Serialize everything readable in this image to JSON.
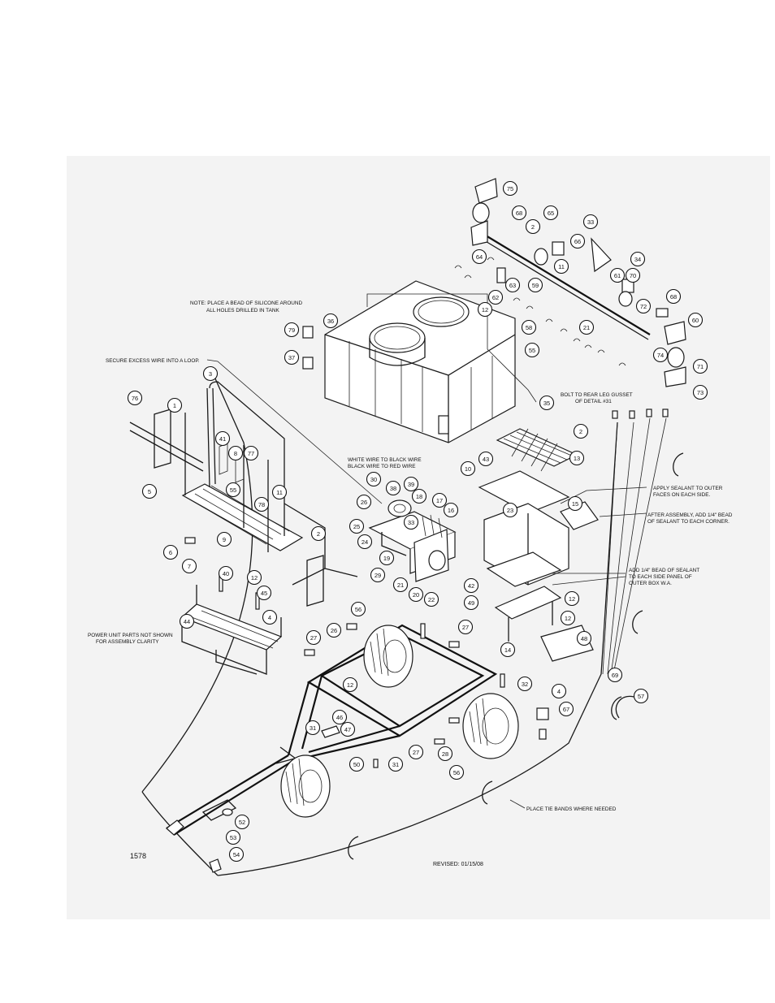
{
  "drawing_number": "1578",
  "revised": "REVISED:  01/15/08",
  "notes": {
    "silicone_line1": "NOTE: PLACE A BEAD OF SILICONE AROUND",
    "silicone_line2": "ALL HOLES DRILLED IN TANK",
    "secure_wire": "SECURE EXCESS WIRE INTO A LOOP.",
    "wire_line1": "WHITE WIRE TO BLACK WIRE",
    "wire_line2": "BLACK WIRE TO RED WIRE",
    "bolt_line1": "BOLT TO REAR LEG GUSSET",
    "bolt_line2": "OF DETAIL #31",
    "sealant_outer_line1": "APPLY SEALANT TO OUTER",
    "sealant_outer_line2": "FACES ON EACH SIDE.",
    "after_assembly_line1": "AFTER ASSEMBLY, ADD 1/4\" BEAD",
    "after_assembly_line2": "OF SEALANT TO EACH CORNER.",
    "side_panel_line1": "ADD 1/4\" BEAD OF SEALANT",
    "side_panel_line2": "TO EACH SIDE PANEL OF",
    "side_panel_line3": "OUTER BOX W.A.",
    "power_unit_line1": "POWER UNIT PARTS NOT SHOWN",
    "power_unit_line2": "FOR ASSEMBLY CLARITY",
    "tie_bands": "PLACE TIE BANDS WHERE NEEDED"
  },
  "callouts": [
    "75",
    "68",
    "2",
    "65",
    "33",
    "64",
    "66",
    "11",
    "34",
    "63",
    "59",
    "61",
    "70",
    "62",
    "72",
    "12",
    "58",
    "21",
    "68",
    "60",
    "55",
    "74",
    "71",
    "73",
    "79",
    "36",
    "37",
    "35",
    "3",
    "76",
    "1",
    "41",
    "8",
    "77",
    "55",
    "11",
    "78",
    "5",
    "9",
    "2",
    "6",
    "7",
    "12",
    "29",
    "30",
    "38",
    "39",
    "18",
    "17",
    "16",
    "26",
    "33",
    "25",
    "24",
    "19",
    "21",
    "20",
    "22",
    "2",
    "13",
    "43",
    "10",
    "23",
    "15",
    "42",
    "12",
    "49",
    "12",
    "14",
    "48",
    "40",
    "45",
    "4",
    "44",
    "56",
    "27",
    "26",
    "27",
    "12",
    "32",
    "4",
    "69",
    "67",
    "57",
    "46",
    "31",
    "47",
    "27",
    "28",
    "50",
    "31",
    "56",
    "52",
    "53",
    "54"
  ]
}
